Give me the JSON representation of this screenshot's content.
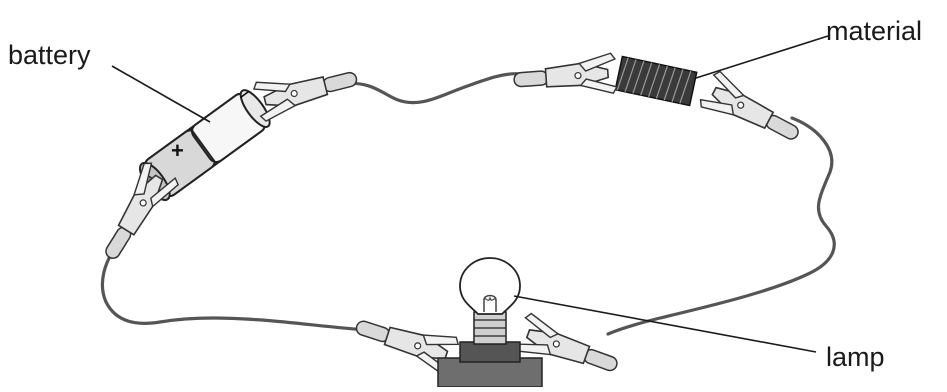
{
  "labels": {
    "battery": "battery",
    "material": "material",
    "lamp": "lamp"
  },
  "battery": {
    "minus_sign": "−",
    "plus_sign": "+"
  }
}
